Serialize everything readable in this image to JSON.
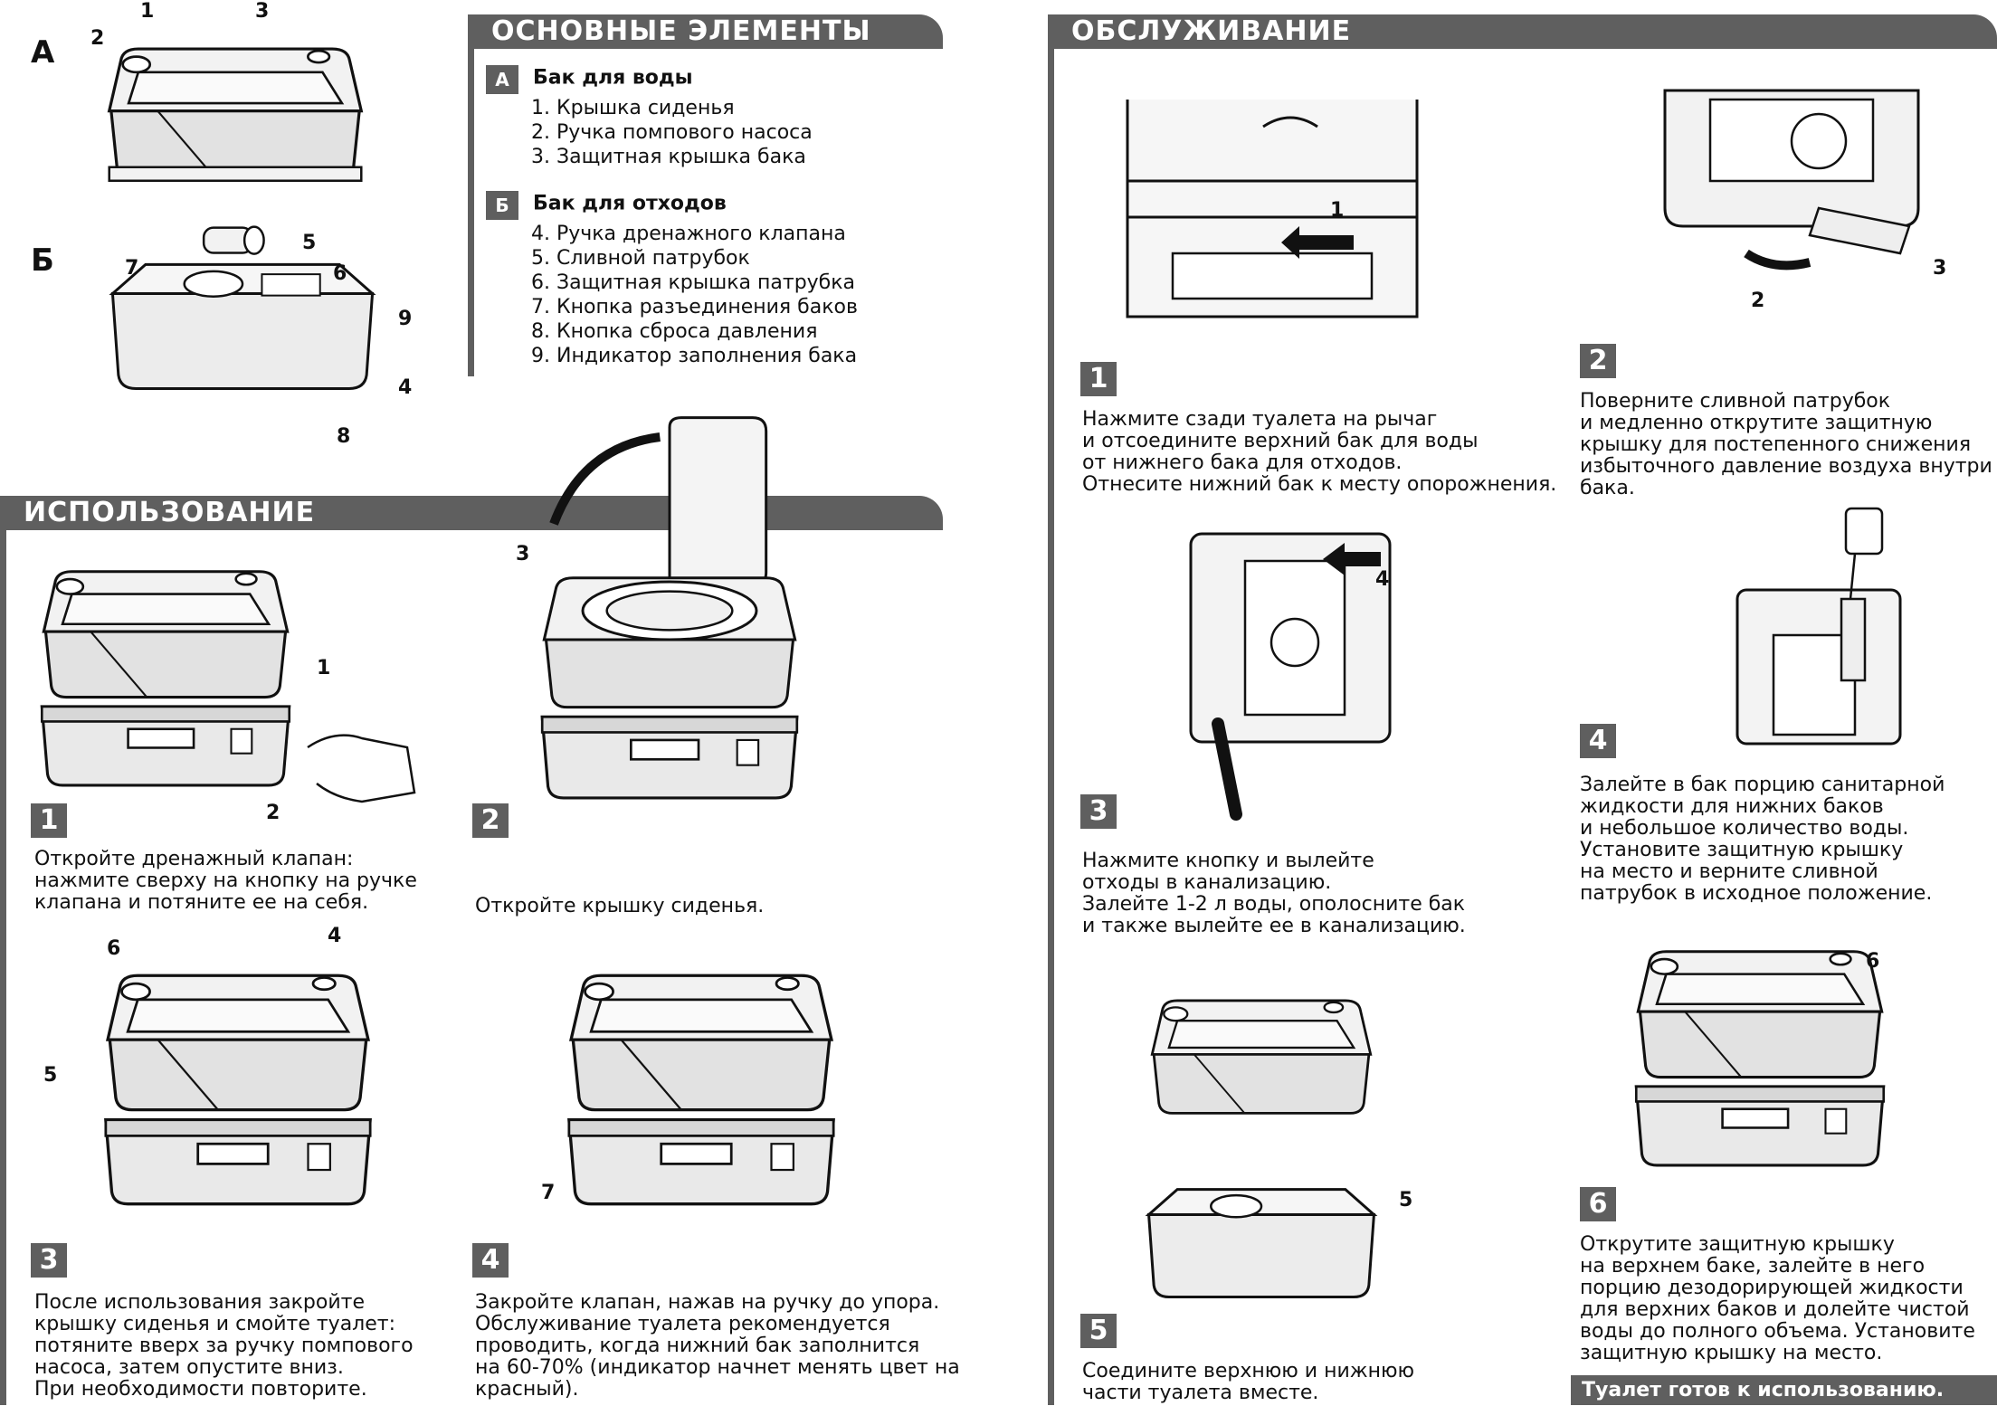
{
  "sections": {
    "main_elements": "ОСНОВНЫЕ ЭЛЕМЕНТЫ",
    "usage": "ИСПОЛЬЗОВАНИЕ",
    "service": "ОБСЛУЖИВАНИЕ"
  },
  "parts": {
    "tank_a": {
      "badge": "А",
      "title": "Бак для воды",
      "items": [
        "1. Крышка сиденья",
        "2. Ручка помпового насоса",
        "3. Защитная крышка бака"
      ]
    },
    "tank_b": {
      "badge": "Б",
      "title": "Бак для отходов",
      "items": [
        "4. Ручка дренажного клапана",
        "5. Сливной патрубок",
        "6. Защитная крышка патрубка",
        "7. Кнопка разъединения баков",
        "8. Кнопка сброса давления",
        "9. Индикатор заполнения бака"
      ]
    },
    "diagram_labels": {
      "a": "А",
      "b": "Б",
      "n1": "1",
      "n2": "2",
      "n3": "3",
      "n4": "4",
      "n5": "5",
      "n6": "6",
      "n7": "7",
      "n8": "8",
      "n9": "9"
    }
  },
  "usage_steps": [
    {
      "num": "1",
      "text": "Откройте дренажный клапан:\nнажмите сверху на кнопку на ручке\nклапана и потяните ее на себя."
    },
    {
      "num": "2",
      "text": "Откройте крышку сиденья."
    },
    {
      "num": "3",
      "text": "После использования закройте\nкрышку сиденья и смойте туалет:\nпотяните вверх за ручку помпового\nнасоса, затем опустите вниз.\nПри необходимости повторите."
    },
    {
      "num": "4",
      "text": "Закройте клапан, нажав на ручку до упора.\nОбслуживание туалета рекомендуется\nпроводить, когда нижний бак заполнится\nна 60-70% (индикатор начнет менять цвет на\nкрасный)."
    }
  ],
  "service_steps": [
    {
      "num": "1",
      "text": "Нажмите сзади туалета на рычаг\nи отсоедините верхний бак для воды\nот нижнего бака для отходов.\nОтнесите нижний бак к месту опорожнения."
    },
    {
      "num": "2",
      "text": "Поверните сливной патрубок\nи медленно открутите защитную\nкрышку для постепенного снижения\nизбыточного давление воздуха внутри\nбака."
    },
    {
      "num": "3",
      "text": "Нажмите кнопку и вылейте\nотходы в канализацию.\nЗалейте 1-2 л воды, ополосните бак\nи также вылейте ее в канализацию."
    },
    {
      "num": "4",
      "text": "Залейте в бак порцию санитарной\nжидкости для нижних баков\nи небольшое количество воды.\nУстановите защитную крышку\nна место и верните сливной\nпатрубок в исходное положение."
    },
    {
      "num": "5",
      "text": "Соедините верхнюю и нижнюю\nчасти туалета вместе."
    },
    {
      "num": "6",
      "text": "Открутите защитную крышку\nна верхнем баке, залейте в него\nпорцию дезодорирующей жидкости\nдля верхних баков и долейте чистой\nводы до полного объема. Установите\nзащитную крышку на место."
    }
  ],
  "ready_text": "Туалет готов к использованию.",
  "figure_numbers": {
    "u1a": "1",
    "u1b": "2",
    "u2": "3",
    "u3a": "6",
    "u3b": "4",
    "u3c": "5",
    "u4": "7",
    "s1": "1",
    "s2a": "2",
    "s2b": "3",
    "s3": "4",
    "s5a": "5",
    "s6": "6"
  },
  "colors": {
    "band": "#5f5f5f",
    "ink": "#111111",
    "shade": "#dcdcdc"
  }
}
